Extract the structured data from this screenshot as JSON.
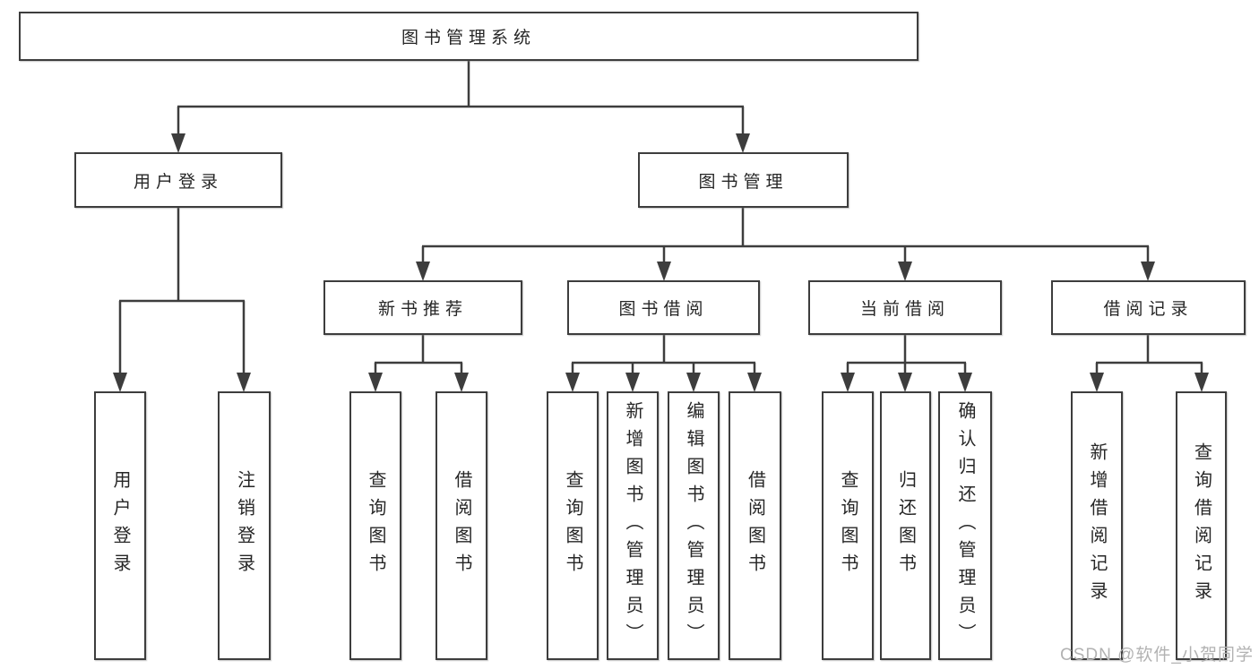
{
  "tree": {
    "root": "图书管理系统",
    "branches": [
      {
        "label": "用户登录",
        "leaves": [
          "用户登录",
          "注销登录"
        ]
      },
      {
        "label": "图书管理",
        "groups": [
          {
            "label": "新书推荐",
            "leaves": [
              "查询图书",
              "借阅图书"
            ]
          },
          {
            "label": "图书借阅",
            "leaves": [
              "查询图书",
              "新增图书（管理员）",
              "编辑图书（管理员）",
              "借阅图书"
            ]
          },
          {
            "label": "当前借阅",
            "leaves": [
              "查询图书",
              "归还图书",
              "确认归还（管理员）"
            ]
          },
          {
            "label": "借阅记录",
            "leaves": [
              "新增借阅记录",
              "查询借阅记录"
            ]
          }
        ]
      }
    ]
  },
  "watermark": {
    "text": "CSDN @软件_小贺同学",
    "color": "#b2b2b2"
  },
  "colors": {
    "line": "#3d3d3d",
    "text": "#262626",
    "background": "#ffffff"
  }
}
